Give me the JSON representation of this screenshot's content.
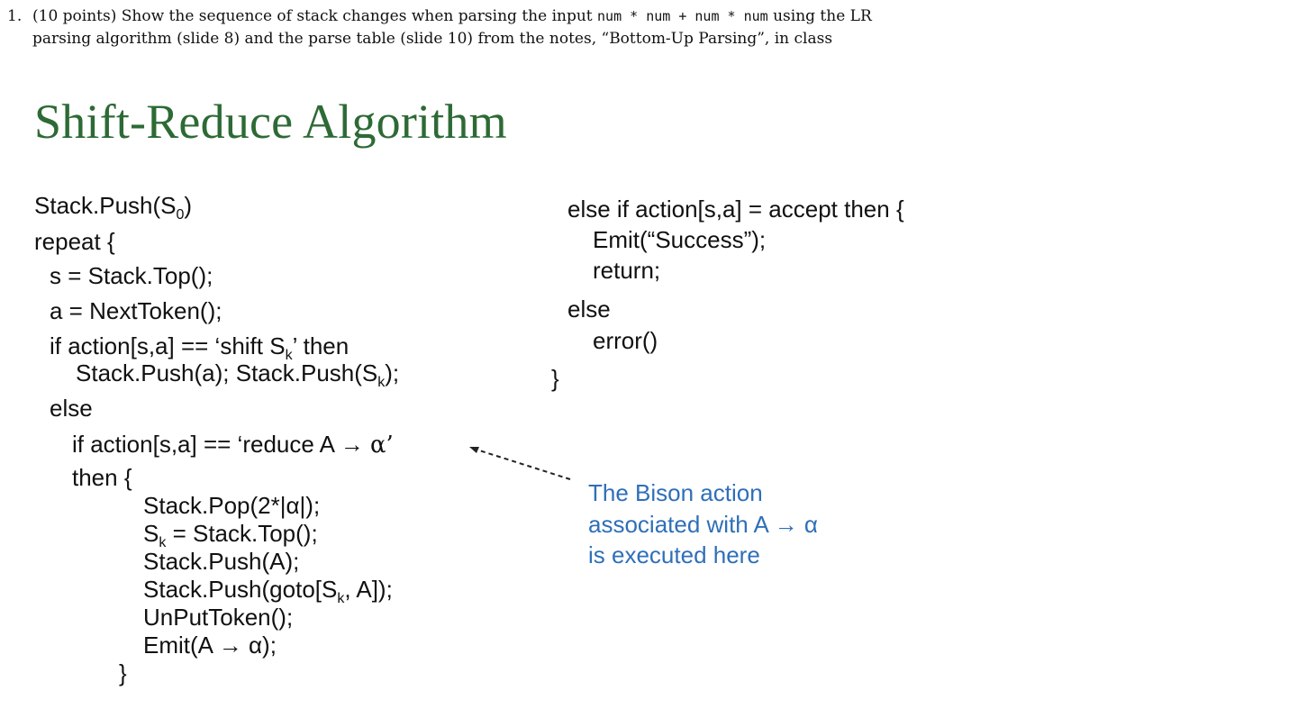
{
  "question": {
    "number": "1.",
    "text_before": "(10 points) Show the sequence of stack changes when parsing the input ",
    "input_code": "num * num + num * num",
    "text_after": " using the LR parsing algorithm (slide 8) and the parse table (slide 10) from the notes, “Bottom-Up Parsing”, in class"
  },
  "slide": {
    "title": "Shift-Reduce Algorithm",
    "title_color": "#2d6a35",
    "left_code": [
      {
        "pre": "Stack.Push(S",
        "sub": "0",
        "post": ")"
      },
      {
        "pre": "repeat {",
        "sub": "",
        "post": ""
      },
      {
        "pre": "s = Stack.Top();",
        "sub": "",
        "post": ""
      },
      {
        "pre": "a = NextToken();",
        "sub": "",
        "post": ""
      },
      {
        "pre": "if action[s,a] == ‘shift S",
        "sub": "k",
        "post": "’ then"
      },
      {
        "pre": "Stack.Push(a); Stack.Push(S",
        "sub": "k",
        "post": ");"
      },
      {
        "pre": "else",
        "sub": "",
        "post": ""
      },
      {
        "pre": "if action[s,a] == ‘reduce A → ",
        "sub": "",
        "post": "α’"
      },
      {
        "pre": "then {",
        "sub": "",
        "post": ""
      },
      {
        "pre": "Stack.Pop(2*|α|);",
        "sub": "",
        "post": ""
      },
      {
        "pre": "S",
        "sub": "k",
        "post": " = Stack.Top();"
      },
      {
        "pre": "Stack.Push(A);",
        "sub": "",
        "post": ""
      },
      {
        "pre": "Stack.Push(goto[S",
        "sub": "k",
        "post": ", A]);"
      },
      {
        "pre": "UnPutToken();",
        "sub": "",
        "post": ""
      },
      {
        "pre": "Emit(A → α);",
        "sub": "",
        "post": ""
      },
      {
        "pre": "}",
        "sub": "",
        "post": ""
      }
    ],
    "right_code": [
      "else if action[s,a] = accept then {",
      "Emit(“Success”);",
      "return;",
      "else",
      "error()",
      "}"
    ],
    "annotation": {
      "lines": [
        "The Bison action",
        "associated with A → α",
        "is executed here"
      ],
      "color": "#2f6fb8"
    }
  }
}
